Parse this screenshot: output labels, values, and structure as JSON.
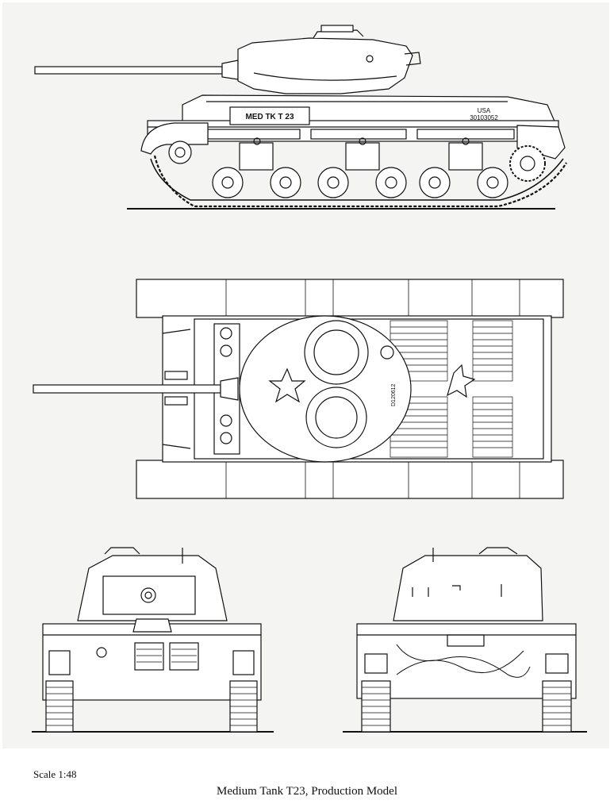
{
  "side_view": {
    "hull_marking": "MED TK T 23",
    "country_marking": "USA",
    "serial_marking": "30103052"
  },
  "top_view": {
    "turret_serial": "D120612"
  },
  "footer": {
    "scale_label": "Scale  1:48",
    "caption": "Medium Tank T23, Production Model"
  },
  "colors": {
    "paper": "#f4f4f2",
    "ink": "#111111",
    "page": "#ffffff"
  }
}
